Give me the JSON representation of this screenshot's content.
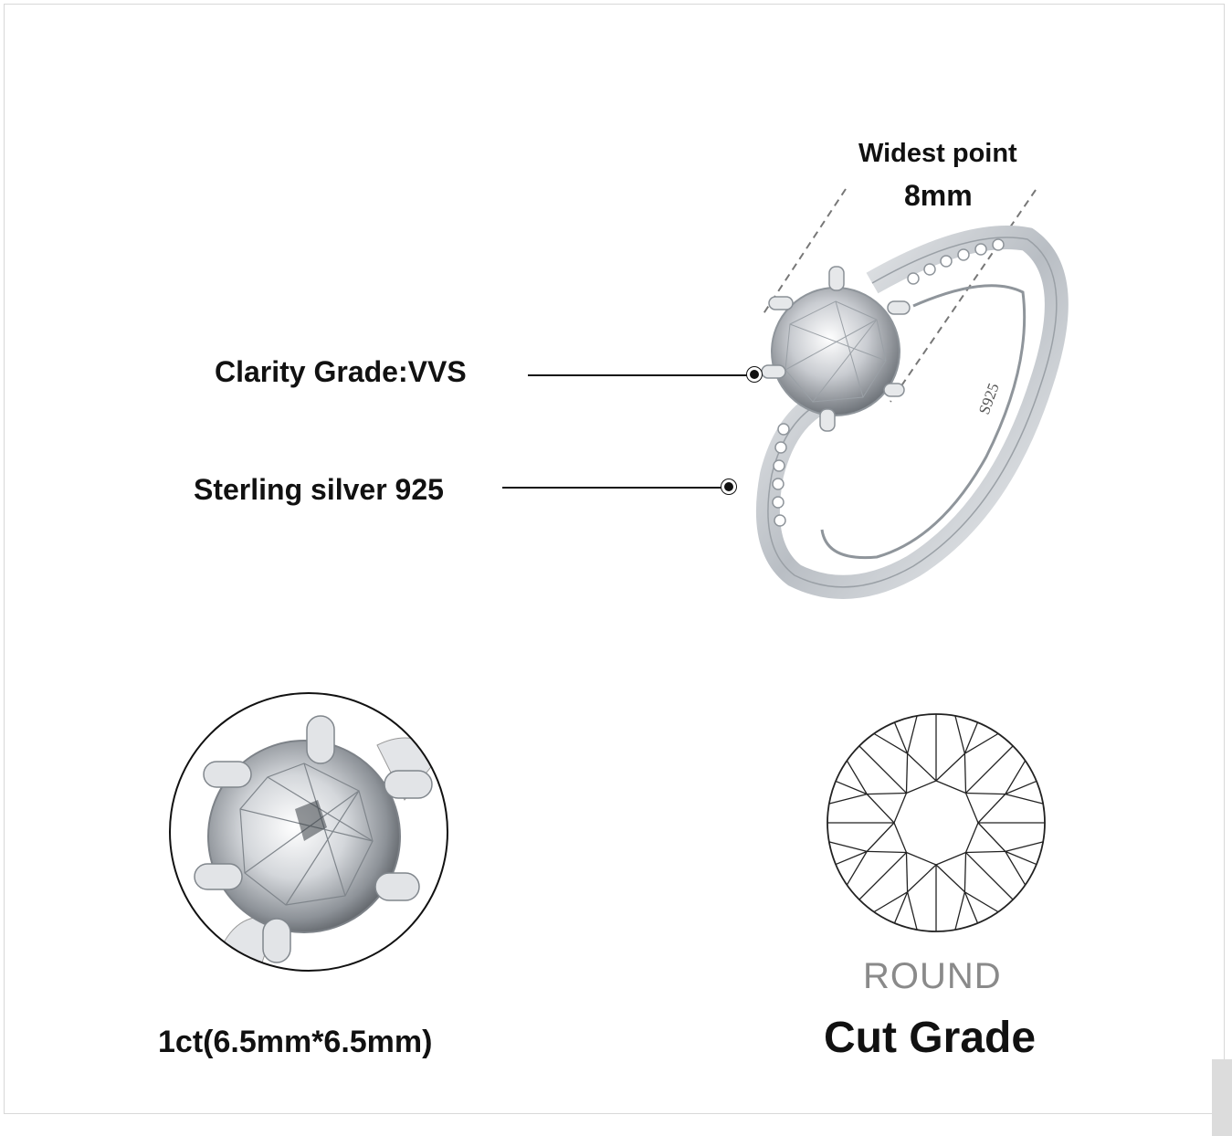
{
  "widest_point": {
    "title": "Widest point",
    "value": "8mm"
  },
  "clarity": {
    "label": "Clarity Grade:VVS"
  },
  "material": {
    "label": "Sterling silver 925"
  },
  "ring_stamp": "S925",
  "stone_size": {
    "label": "1ct(6.5mm*6.5mm)"
  },
  "cut": {
    "shape": "ROUND",
    "title": "Cut Grade"
  },
  "colors": {
    "text": "#111111",
    "muted": "#8a8a8a",
    "metal": "#c8ccd0",
    "border": "#d8d8d8"
  }
}
